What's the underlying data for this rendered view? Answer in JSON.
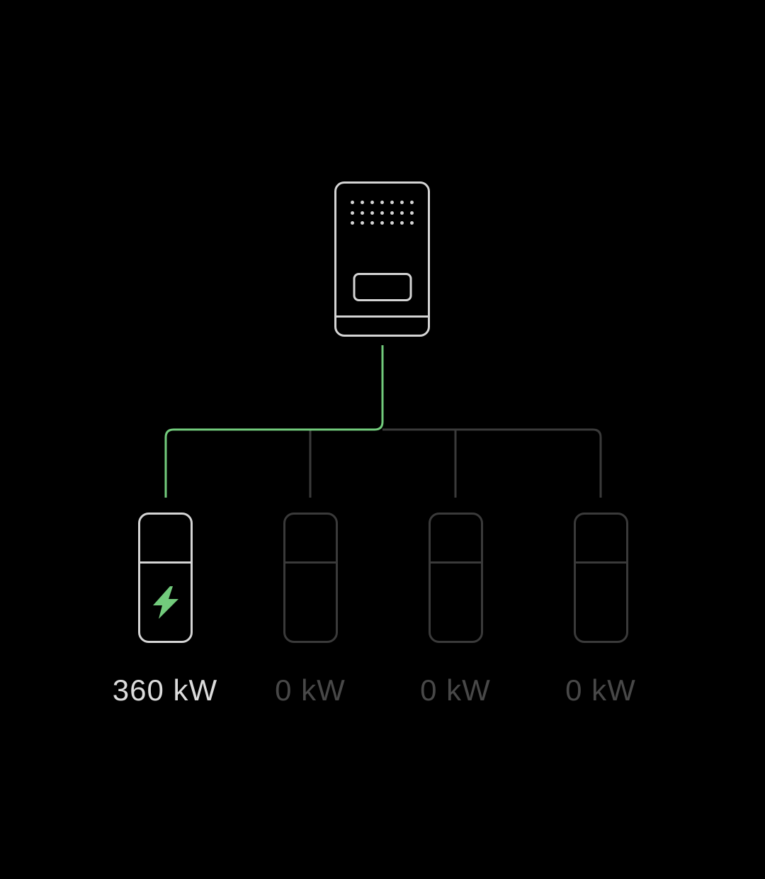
{
  "diagram": {
    "colors": {
      "background": "#000000",
      "active_stroke": "#D4D4D4",
      "inactive_stroke": "#3A3A3A",
      "accent_green": "#72CB7C",
      "active_label": "#DCDCDC",
      "inactive_label": "#484848"
    },
    "cabinet": {
      "vent_dots_rows": 3,
      "vent_dots_cols": 7
    },
    "units": [
      {
        "power_label": "360 kW",
        "active": true,
        "icon": "lightning-bolt"
      },
      {
        "power_label": "0 kW",
        "active": false
      },
      {
        "power_label": "0 kW",
        "active": false
      },
      {
        "power_label": "0 kW",
        "active": false
      }
    ]
  }
}
